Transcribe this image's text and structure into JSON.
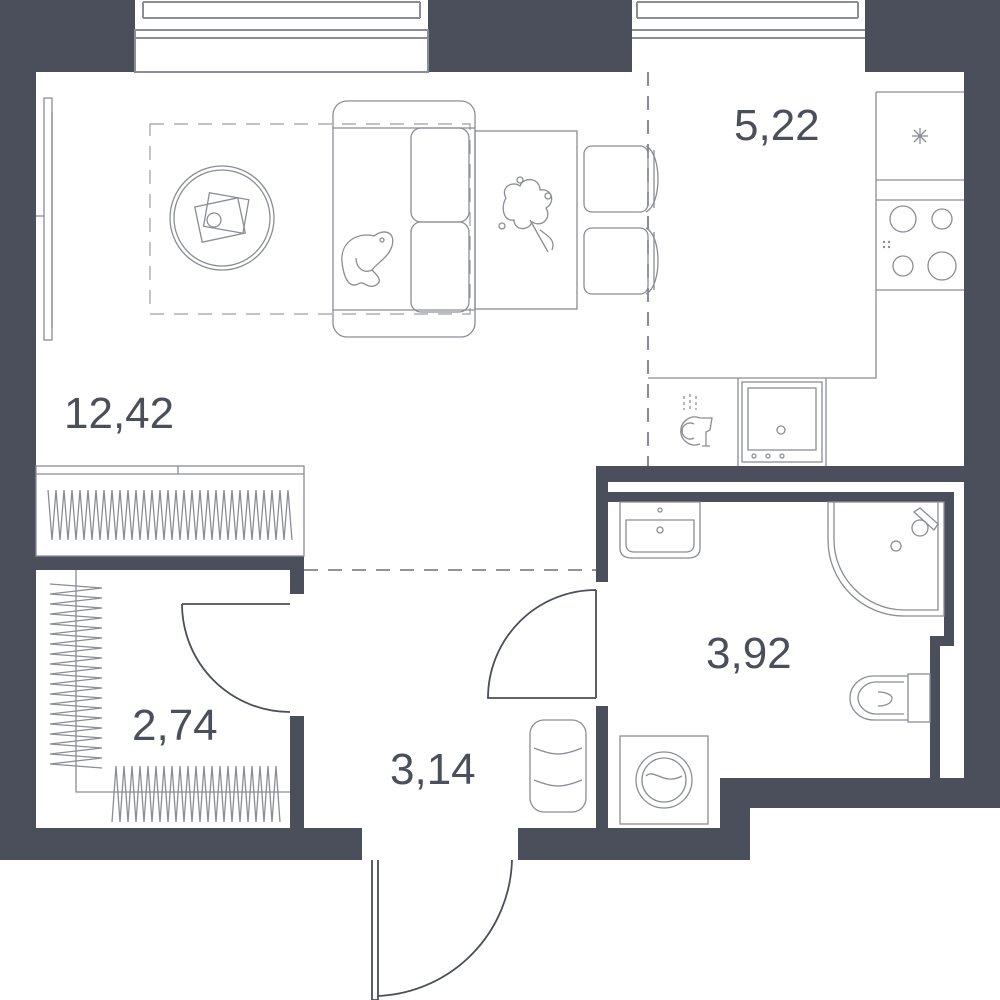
{
  "colors": {
    "wall": "#4b4f5b",
    "furniture_line": "#8a8d96",
    "background": "#ffffff"
  },
  "rooms": [
    {
      "id": "living",
      "area_label": "12,42"
    },
    {
      "id": "kitchen",
      "area_label": "5,22"
    },
    {
      "id": "bathroom",
      "area_label": "3,92"
    },
    {
      "id": "hallway",
      "area_label": "3,14"
    },
    {
      "id": "wardrobe",
      "area_label": "2,74"
    }
  ]
}
